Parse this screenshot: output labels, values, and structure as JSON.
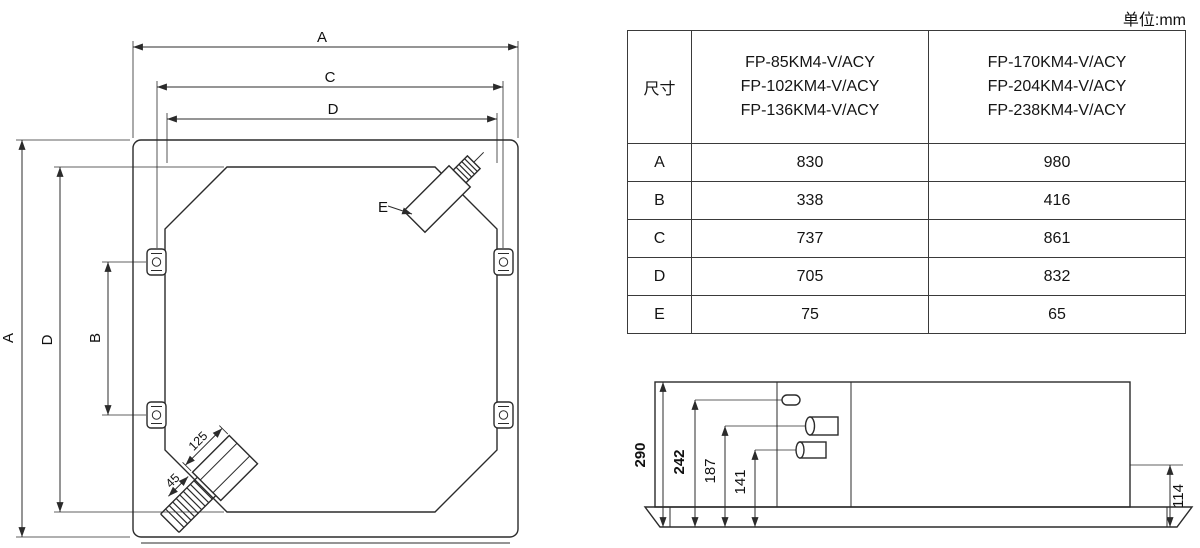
{
  "unit_note": "单位:mm",
  "table": {
    "dim_header": "尺寸",
    "model_group_small": [
      "FP-85KM4-V/ACY",
      "FP-102KM4-V/ACY",
      "FP-136KM4-V/ACY"
    ],
    "model_group_large": [
      "FP-170KM4-V/ACY",
      "FP-204KM4-V/ACY",
      "FP-238KM4-V/ACY"
    ],
    "rows": [
      {
        "dim": "A",
        "small": "830",
        "large": "980"
      },
      {
        "dim": "B",
        "small": "338",
        "large": "416"
      },
      {
        "dim": "C",
        "small": "737",
        "large": "861"
      },
      {
        "dim": "D",
        "small": "705",
        "large": "832"
      },
      {
        "dim": "E",
        "small": "75",
        "large": "65"
      }
    ]
  },
  "top_view": {
    "dim_a_top": "A",
    "dim_c": "C",
    "dim_d_top": "D",
    "dim_a_left": "A",
    "dim_d_left": "D",
    "dim_b": "B",
    "dim_e": "E",
    "dim_125": "125",
    "dim_45": "45"
  },
  "side_view": {
    "dim_290": "290",
    "dim_242": "242",
    "dim_187": "187",
    "dim_141": "141",
    "dim_114": "114"
  }
}
